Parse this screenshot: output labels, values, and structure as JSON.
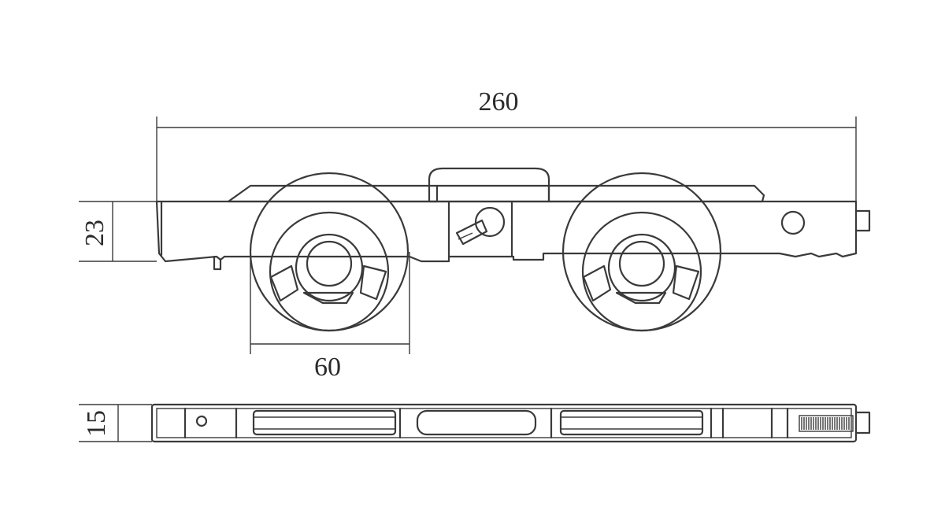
{
  "dimensions": {
    "overall_length": "260",
    "wheel_diameter": "60",
    "body_height": "23",
    "body_width": "15"
  },
  "colors": {
    "line": "#3a3a3a",
    "background": "#ffffff"
  }
}
